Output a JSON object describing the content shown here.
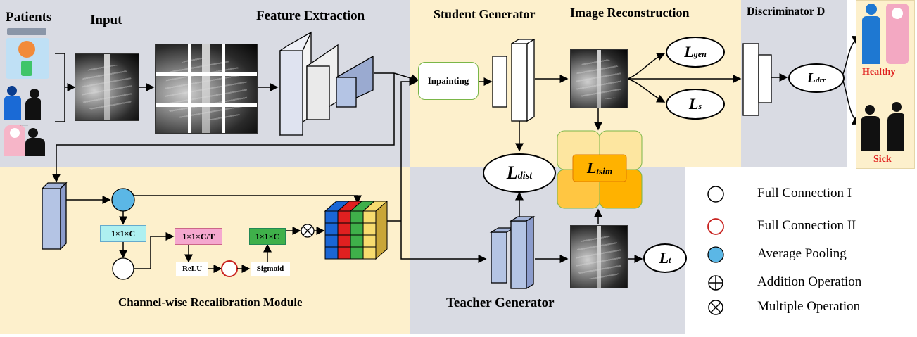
{
  "labels": {
    "patients": "Patients",
    "input": "Input",
    "feature_extraction": "Feature Extraction",
    "student_generator": "Student Generator",
    "image_reconstruction": "Image Reconstruction",
    "discriminator": "Discriminator D",
    "teacher_generator": "Teacher Generator",
    "crm_title": "Channel-wise Recalibration Module",
    "inpainting": "Inpainting",
    "healthy": "Healthy",
    "sick": "Sick",
    "dots": "......"
  },
  "losses": {
    "gen_main": "L",
    "gen_sub": "gen",
    "s_main": "L",
    "s_sub": "s",
    "drr_main": "L",
    "drr_sub": "drr",
    "dist_main": "L",
    "dist_sub": "dist",
    "tsim_main": "L",
    "tsim_sub": "tsim",
    "t_main": "L",
    "t_sub": "t"
  },
  "crm": {
    "c1": "1×1×C",
    "ct": "1×1×C/T",
    "c2": "1×1×C",
    "relu": "ReLU",
    "sigmoid": "Sigmoid"
  },
  "legend": [
    {
      "text": "Full Connection I",
      "symbol": "circle-black"
    },
    {
      "text": "Full Connection II",
      "symbol": "circle-red"
    },
    {
      "text": "Average Pooling",
      "symbol": "circle-blue"
    },
    {
      "text": "Addition Operation",
      "symbol": "circle-plus"
    },
    {
      "text": "Multiple Operation",
      "symbol": "circle-times"
    }
  ],
  "colors": {
    "grey_panel": "#d9dbe3",
    "beige_panel": "#fdf0cc",
    "blue_block": "#b4c4e4",
    "cyan_chip": "#aef0f0",
    "pink_chip": "#f5a8cf",
    "green_chip": "#3fb04a",
    "avg_pool": "#5bb7e6",
    "healthy_red": "#e0201e",
    "orange": "#ffb200"
  }
}
